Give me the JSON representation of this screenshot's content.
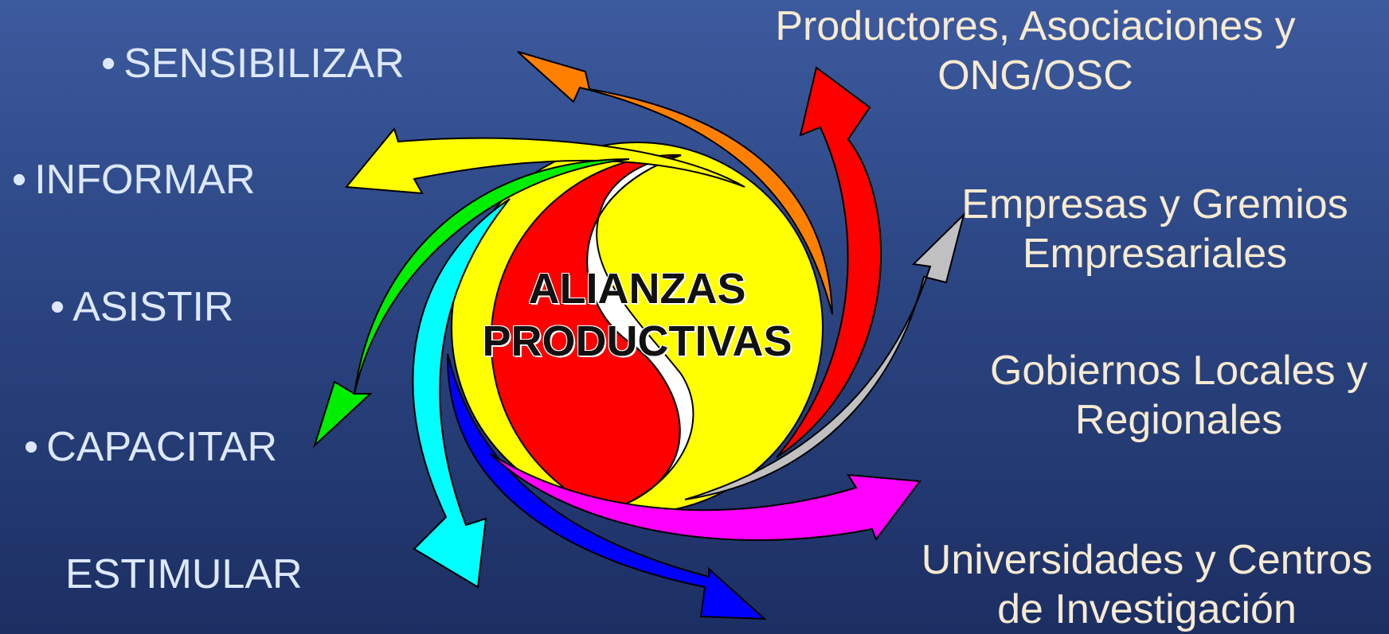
{
  "left_list": [
    {
      "bullet": "•",
      "label": "SENSIBILIZAR"
    },
    {
      "bullet": "•",
      "label": "INFORMAR"
    },
    {
      "bullet": "•",
      "label": "ASISTIR"
    },
    {
      "bullet": "•",
      "label": "CAPACITAR"
    },
    {
      "bullet": "",
      "label": "ESTIMULAR"
    }
  ],
  "center": {
    "line1": "ALIANZAS",
    "line2": "PRODUCTIVAS"
  },
  "right_list": [
    {
      "line1": "Productores,  Asociaciones    y",
      "line2": "ONG/OSC"
    },
    {
      "line1": "Empresas y Gremios",
      "line2": "Empresariales"
    },
    {
      "line1": "Gobiernos Locales y",
      "line2": "Regionales"
    },
    {
      "line1": "Universidades y Centros",
      "line2": "de Investigación"
    }
  ],
  "colors": {
    "red": "#ff0000",
    "yellow": "#ffff00",
    "orange": "#ff8000",
    "green": "#00ee00",
    "cyan": "#00ffff",
    "blue": "#0000ff",
    "magenta": "#ff00ff",
    "gray": "#c0c0c0",
    "white": "#ffffff"
  }
}
